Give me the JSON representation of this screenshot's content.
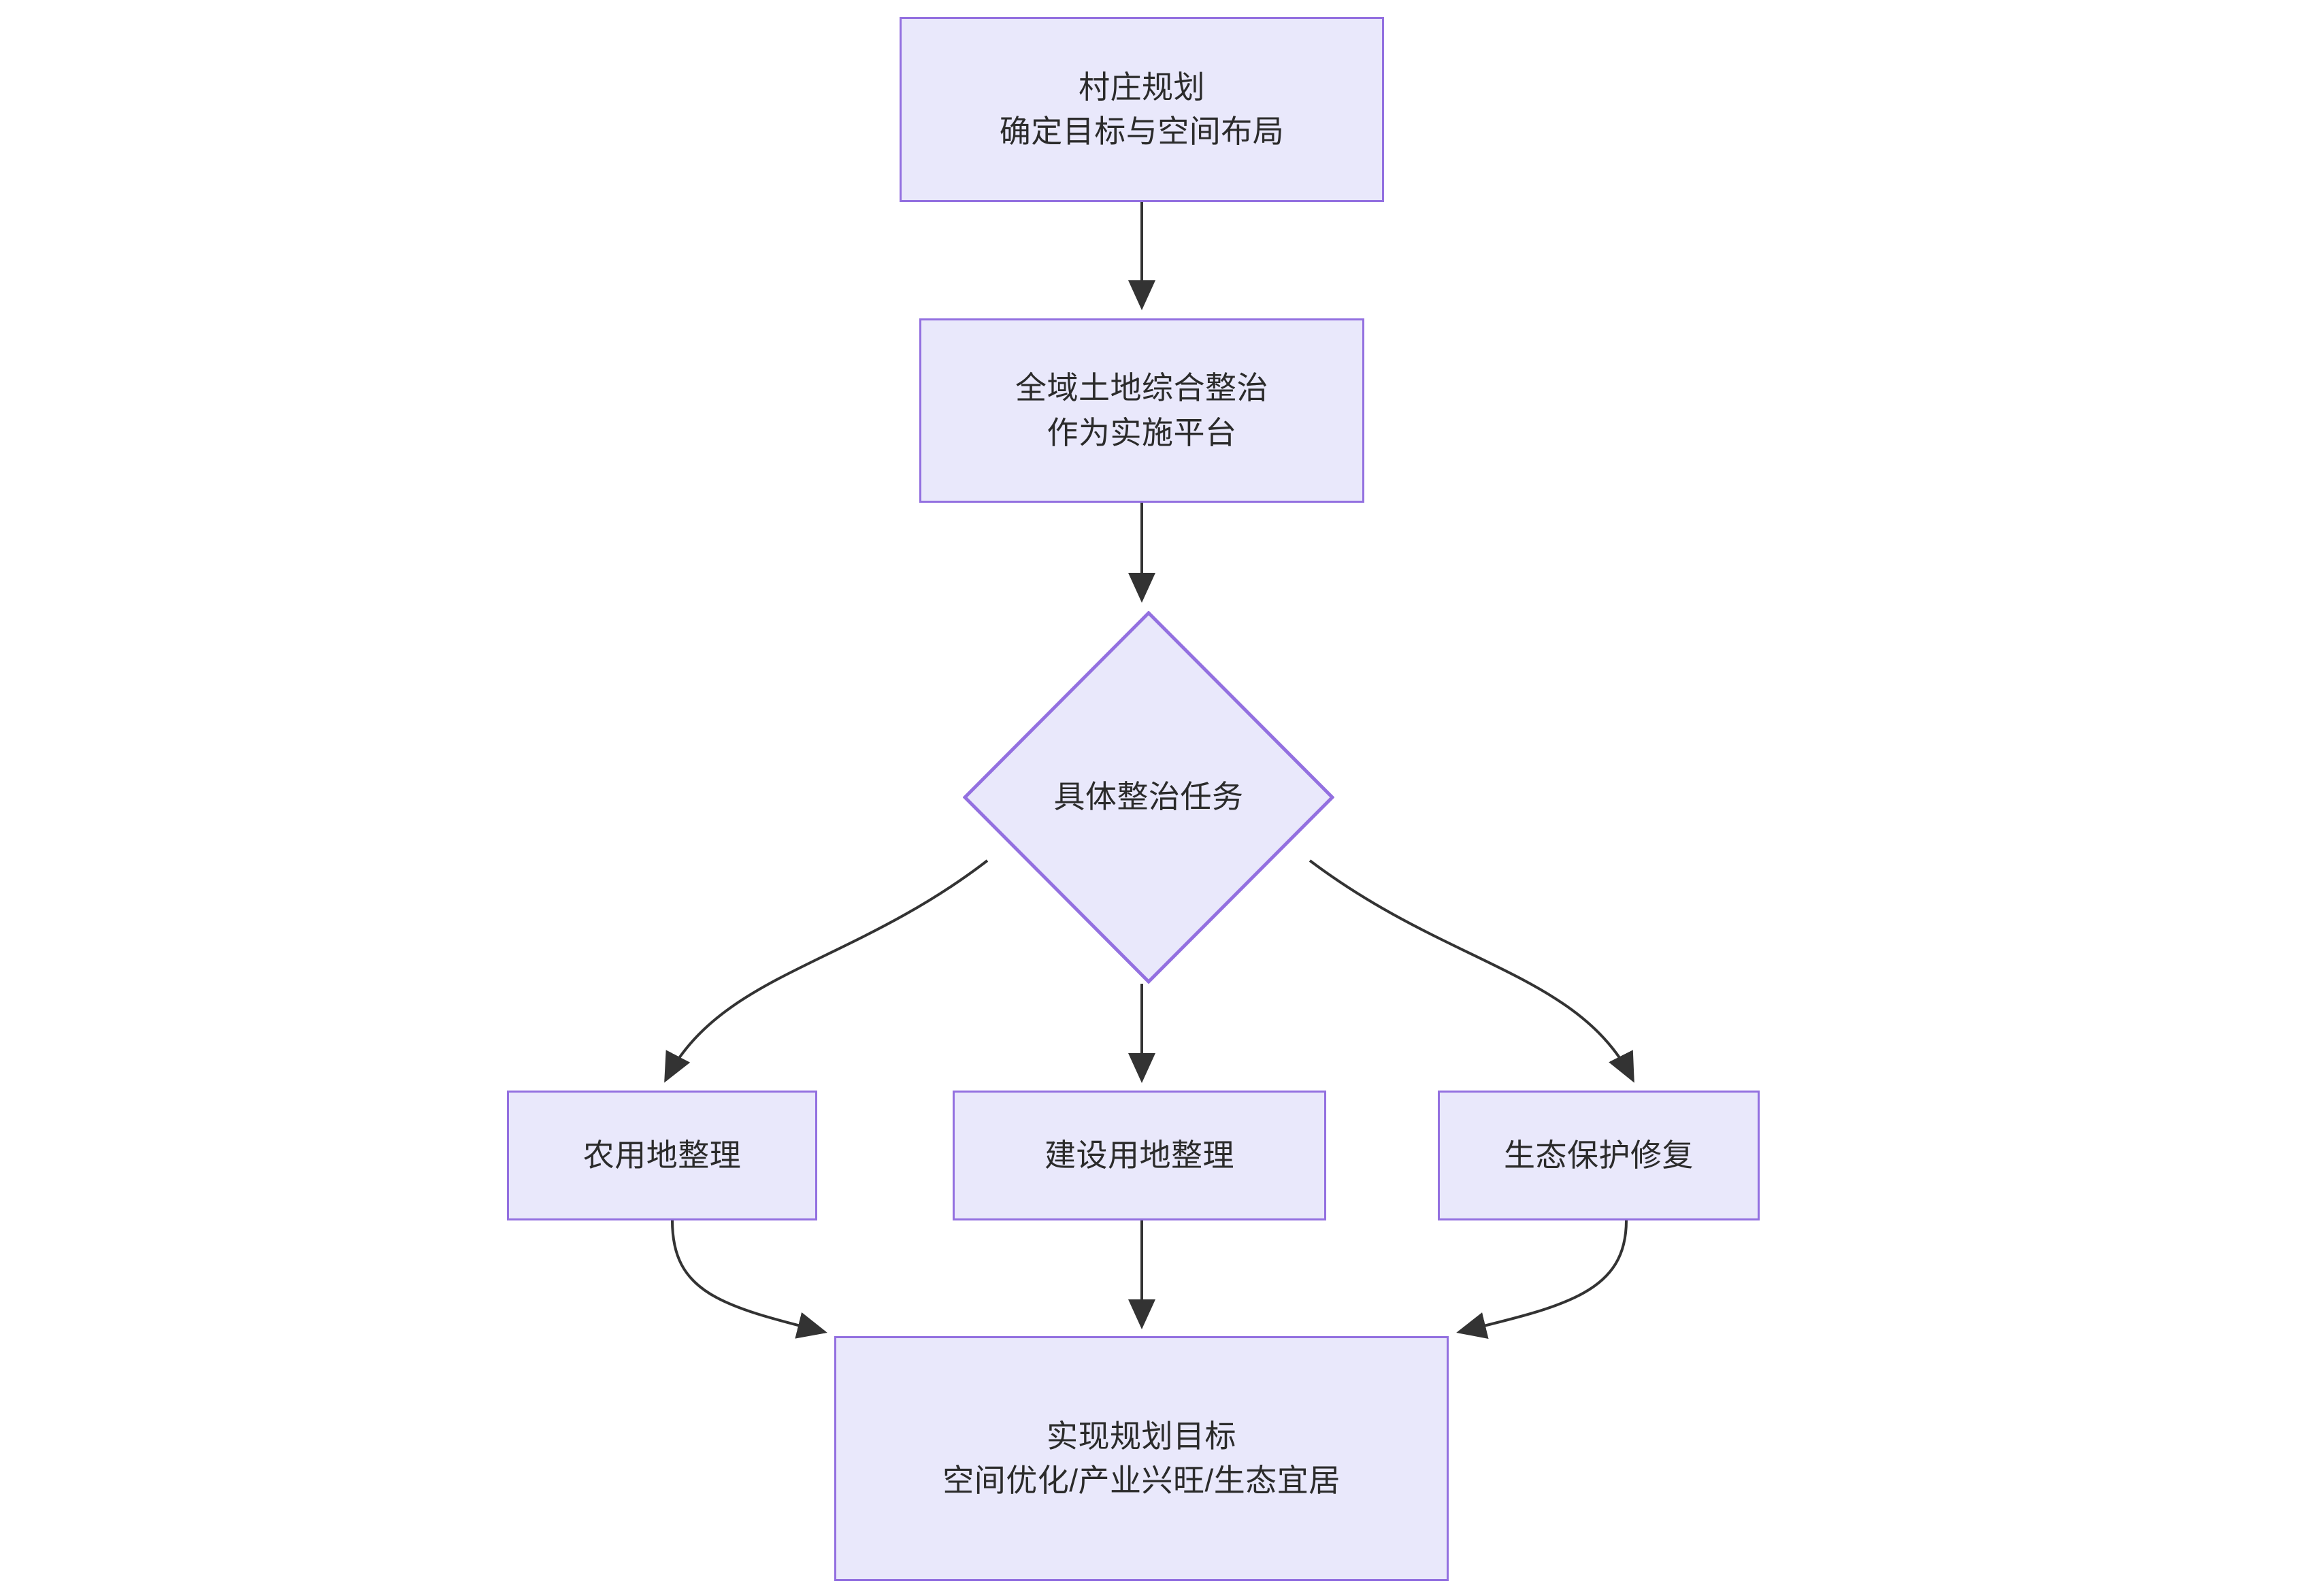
{
  "diagram": {
    "type": "flowchart",
    "direction": "top-down",
    "background_color": "#ffffff",
    "node_fill_color": "#e9e8fb",
    "node_border_color": "#9370e0",
    "node_text_color": "#2b2b2b",
    "edge_color": "#333333",
    "nodes": [
      {
        "id": "village-plan",
        "shape": "rectangle",
        "lines": [
          "村庄规划",
          "确定目标与空间布局"
        ],
        "text": "村庄规划\n确定目标与空间布局"
      },
      {
        "id": "land-consolidation",
        "shape": "rectangle",
        "lines": [
          "全域土地综合整治",
          "作为实施平台"
        ],
        "text": "全域土地综合整治\n作为实施平台"
      },
      {
        "id": "tasks",
        "shape": "diamond",
        "lines": [
          "具体整治任务"
        ],
        "text": "具体整治任务"
      },
      {
        "id": "farmland",
        "shape": "rectangle",
        "lines": [
          "农用地整理"
        ],
        "text": "农用地整理"
      },
      {
        "id": "construction-land",
        "shape": "rectangle",
        "lines": [
          "建设用地整理"
        ],
        "text": "建设用地整理"
      },
      {
        "id": "ecology",
        "shape": "rectangle",
        "lines": [
          "生态保护修复"
        ],
        "text": "生态保护修复"
      },
      {
        "id": "goals",
        "shape": "rectangle",
        "lines": [
          "实现规划目标",
          "空间优化/产业兴旺/生态宜",
          "居"
        ],
        "text": "实现规划目标\n空间优化/产业兴旺/生态宜居"
      }
    ],
    "edges": [
      {
        "from": "village-plan",
        "to": "land-consolidation",
        "label": "",
        "style": "straight-arrow"
      },
      {
        "from": "land-consolidation",
        "to": "tasks",
        "label": "",
        "style": "straight-arrow"
      },
      {
        "from": "tasks",
        "to": "farmland",
        "label": "",
        "style": "curved-arrow"
      },
      {
        "from": "tasks",
        "to": "construction-land",
        "label": "",
        "style": "straight-arrow"
      },
      {
        "from": "tasks",
        "to": "ecology",
        "label": "",
        "style": "curved-arrow"
      },
      {
        "from": "farmland",
        "to": "goals",
        "label": "",
        "style": "curved-arrow"
      },
      {
        "from": "construction-land",
        "to": "goals",
        "label": "",
        "style": "straight-arrow"
      },
      {
        "from": "ecology",
        "to": "goals",
        "label": "",
        "style": "curved-arrow"
      }
    ]
  }
}
